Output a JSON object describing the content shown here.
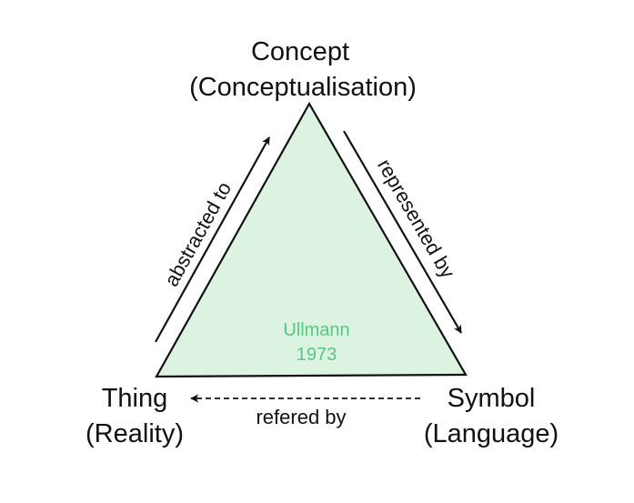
{
  "nodes": {
    "concept": {
      "name": "Concept",
      "subtitle": "(Conceptualisation)"
    },
    "thing": {
      "name": "Thing",
      "subtitle": "(Reality)"
    },
    "symbol": {
      "name": "Symbol",
      "subtitle": "(Language)"
    }
  },
  "edges": {
    "abstracted": {
      "label": "abstracted to"
    },
    "represented": {
      "label": "represented by"
    },
    "refered": {
      "label": "refered by"
    }
  },
  "citation": {
    "author": "Ullmann",
    "year": "1973"
  },
  "colors": {
    "triangle_fill": "#dcf3e2",
    "triangle_stroke": "#111111",
    "citation_text": "#58c782",
    "arrow": "#111111"
  }
}
